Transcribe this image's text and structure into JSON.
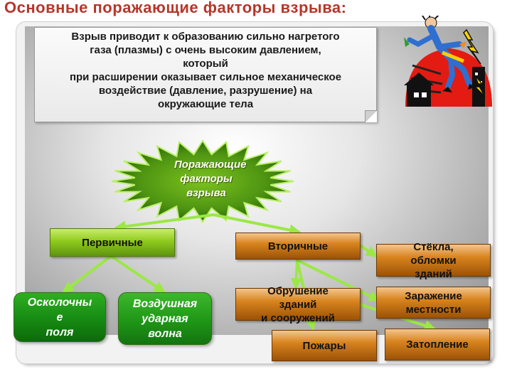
{
  "title": "Основные поражающие факторы взрыва:",
  "note": {
    "lines": [
      "Взрыв приводит к образованию сильно нагретого",
      "газа (плазмы) с очень высоким давлением,",
      "который",
      "при расширении оказывает сильное механическое",
      "воздействие (давление, разрушение) на",
      "окружающие тела"
    ]
  },
  "center": {
    "lines": [
      "Поражающие",
      "факторы",
      "взрыва"
    ]
  },
  "primary": {
    "label": "Первичные",
    "children": [
      [
        "Осколочны",
        "е",
        "поля"
      ],
      [
        "Воздушная",
        "ударная",
        "волна"
      ]
    ]
  },
  "secondary": {
    "label": "Вторичные",
    "children": {
      "glass": [
        "Стёкла,",
        "обломки",
        "зданий"
      ],
      "collapse": [
        "Обрушение",
        "зданий",
        "и сооружений"
      ],
      "contamination": [
        "Заражение",
        "местности"
      ],
      "fires": "Пожары",
      "flooding": "Затопление"
    }
  },
  "colors": {
    "title": "#b8352a",
    "green_box": "#8fca1e",
    "brown_box": "#d8841e",
    "oval": "#168a12",
    "arrow": "#9be845"
  },
  "icons": {
    "clipart": "explosion-person-thrown-icon",
    "center_shape": "starburst-icon"
  }
}
